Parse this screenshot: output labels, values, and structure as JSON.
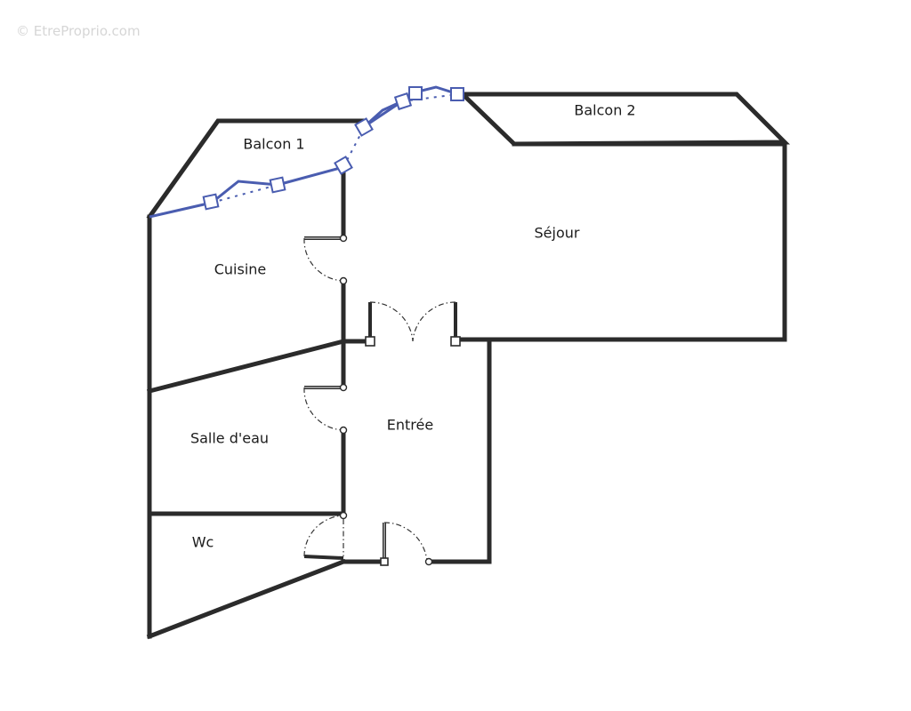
{
  "watermark": "© EtreProprio.com",
  "rooms": {
    "balcon1": "Balcon 1",
    "balcon2": "Balcon 2",
    "sejour": "Séjour",
    "cuisine": "Cuisine",
    "entree": "Entrée",
    "salle_deau": "Salle d'eau",
    "wc": "Wc"
  },
  "colors": {
    "wall": "#2b2b2b",
    "window": "#4a5db0",
    "background": "#ffffff"
  }
}
